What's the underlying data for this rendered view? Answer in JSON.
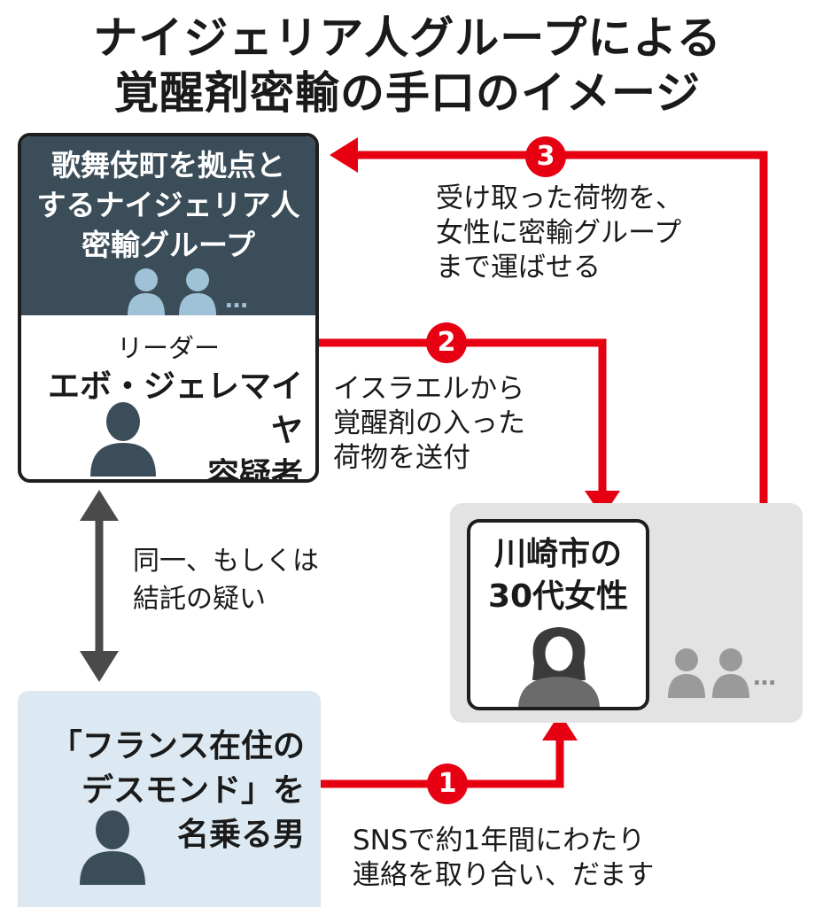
{
  "title": {
    "line1": "ナイジェリア人グループによる",
    "line2": "覚醒剤密輸の手口のイメージ"
  },
  "group_box": {
    "name": "歌舞伎町を拠点と\nするナイジェリア人\n密輸グループ",
    "dots": "…",
    "leader_role": "リーダー",
    "leader_name": "エボ・ジェレマイヤ\n容疑者"
  },
  "man_box": {
    "name": "「フランス在住の\nデスモンド」を\n名乗る男"
  },
  "woman_box": {
    "name": "川崎市の\n30代女性",
    "others_dots": "…"
  },
  "relation_text": "同一、もしくは\n結託の疑い",
  "steps": [
    {
      "number": "1",
      "text": "SNSで約1年間にわたり\n連絡を取り合い、だます"
    },
    {
      "number": "2",
      "text": "イスラエルから\n覚醒剤の入った\n荷物を送付"
    },
    {
      "number": "3",
      "text": "受け取った荷物を、\n女性に密輸グループ\nまで運ばせる"
    }
  ],
  "colors": {
    "arrow_red": "#e60012",
    "group_header": "#3b4d59",
    "man_box_bg": "#dce9f2",
    "gray_area": "#e3e3e3",
    "relation_arrow": "#4a4a4a"
  },
  "icons": [
    "person-silhouette-icon",
    "woman-silhouette-icon",
    "double-arrow-icon"
  ]
}
